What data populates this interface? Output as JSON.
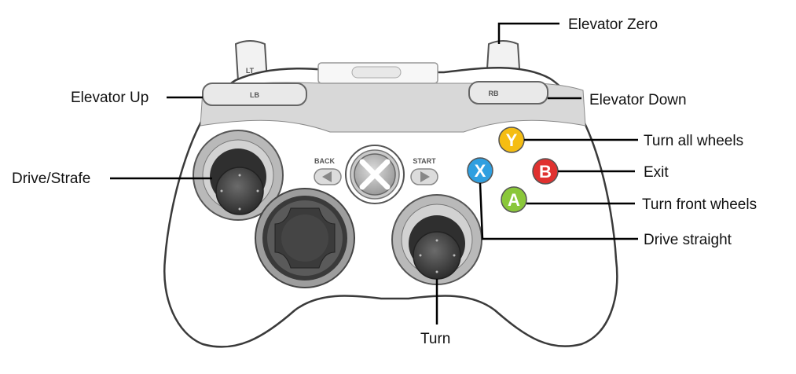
{
  "controller": {
    "buttons": {
      "lt": "LT",
      "rt": "RT",
      "lb": "LB",
      "rb": "RB",
      "back": "BACK",
      "start": "START",
      "x": "X",
      "y": "Y",
      "a": "A",
      "b": "B"
    },
    "colors": {
      "x": "#2f9fe0",
      "y": "#f5bd12",
      "a": "#8ac73a",
      "b": "#e0312f"
    }
  },
  "labels": {
    "elevator_zero": "Elevator Zero",
    "elevator_up": "Elevator Up",
    "elevator_down": "Elevator Down",
    "turn_all_wheels": "Turn all wheels",
    "exit": "Exit",
    "drive_strafe": "Drive/Strafe",
    "turn_front_wheels": "Turn front wheels",
    "drive_straight": "Drive straight",
    "turn": "Turn"
  }
}
